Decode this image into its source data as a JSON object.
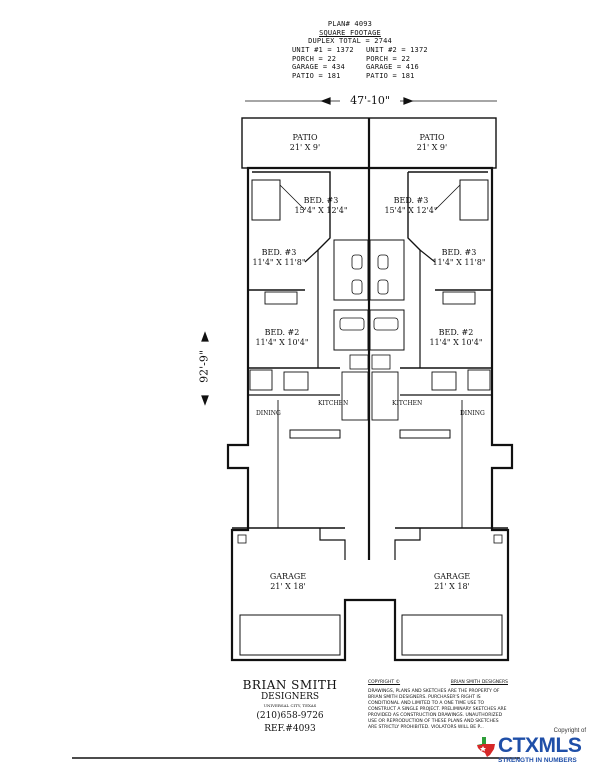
{
  "header": {
    "plan_number": "PLAN# 4093",
    "square_footage_title": "SQUARE FOOTAGE",
    "duplex_total": "DUPLEX TOTAL = 2744",
    "unit1": [
      "UNIT #1 = 1372",
      "PORCH = 22",
      "GARAGE = 434",
      "PATIO = 181"
    ],
    "unit2": [
      "UNIT #2 = 1372",
      "PORCH = 22",
      "GARAGE = 416",
      "PATIO = 181"
    ]
  },
  "dimensions": {
    "width": "47'-10\"",
    "depth": "92'-9\""
  },
  "rooms": {
    "patio_left": {
      "name": "PATIO",
      "size": "21' X 9'"
    },
    "patio_right": {
      "name": "PATIO",
      "size": "21' X 9'"
    },
    "bed3a_left": {
      "name": "BED. #3",
      "size": "15'4\" X 12'4\""
    },
    "bed3a_right": {
      "name": "BED. #3",
      "size": "15'4\" X 12'4\""
    },
    "bed3b_left": {
      "name": "BED. #3",
      "size": "11'4\" X 11'8\""
    },
    "bed3b_right": {
      "name": "BED. #3",
      "size": "11'4\" X 11'8\""
    },
    "bed2_left": {
      "name": "BED. #2",
      "size": "11'4\" X 10'4\""
    },
    "bed2_right": {
      "name": "BED. #2",
      "size": "11'4\" X 10'4\""
    },
    "kitchen_left": "KITCHEN",
    "kitchen_right": "KITCHEN",
    "dining_left": "DINING",
    "dining_right": "DINING",
    "garage_left": {
      "name": "GARAGE",
      "size": "21' X 18'"
    },
    "garage_right": {
      "name": "GARAGE",
      "size": "21' X 18'"
    }
  },
  "designer": {
    "name": "BRIAN SMITH",
    "subtitle": "DESIGNERS",
    "location": "UNIVERSAL CITY, TEXAS",
    "phone": "(210)658-9726",
    "ref": "REF.#4093"
  },
  "copyright": {
    "line": "COPYRIGHT ©",
    "owner": "BRIAN SMITH DESIGNERS",
    "notice": "DRAWINGS, PLANS AND SKETCHES ARE THE PROPERTY OF BRIAN SMITH DESIGNERS. PURCHASER'S RIGHT IS CONDITIONAL AND LIMITED TO A ONE TIME USE TO CONSTRUCT A SINGLE PROJECT. PRELIMINARY SKETCHES ARE PROVIDED AS CONSTRUCTION DRAWINGS. UNAUTHORIZED USE OR REPRODUCTION OF THESE PLANS AND SKETCHES ARE STRICTLY PROHIBITED. VIOLATORS WILL BE P..."
  },
  "watermark": {
    "copyright_of": "Copyright of",
    "brand": "CTXMLS",
    "tagline": "STRENGTH IN NUMBERS",
    "brand_color": "#1f4fa8",
    "flag_red": "#d62828",
    "flag_green": "#2e9e3a"
  }
}
